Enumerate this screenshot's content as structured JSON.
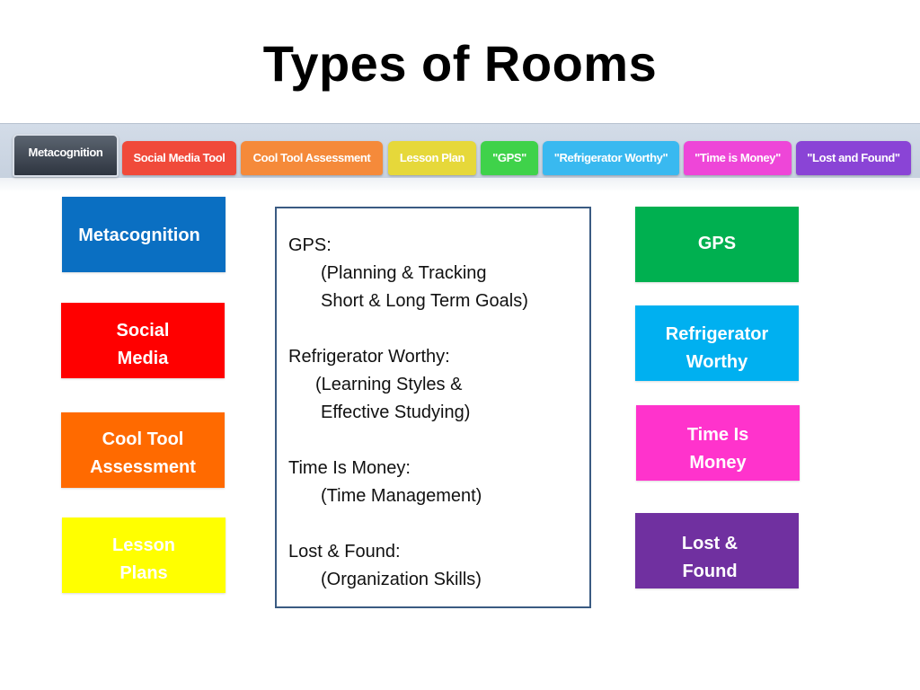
{
  "slide": {
    "title": "Types of Rooms"
  },
  "tabs": [
    {
      "label": "Metacognition",
      "color": "#3a414c",
      "active": true
    },
    {
      "label": "Social Media Tool",
      "color": "#f04a3a"
    },
    {
      "label": "Cool Tool Assessment",
      "color": "#f58a3a"
    },
    {
      "label": "Lesson Plan",
      "color": "#e6d83a"
    },
    {
      "label": "\"GPS\"",
      "color": "#3fd24a"
    },
    {
      "label": "\"Refrigerator Worthy\"",
      "color": "#39b9f0"
    },
    {
      "label": "\"Time is Money\"",
      "color": "#ee46d8"
    },
    {
      "label": "\"Lost and Found\"",
      "color": "#8a44d6"
    }
  ],
  "left_boxes": [
    {
      "line1": "Metacognition",
      "line2": "",
      "color": "#0a6fc2"
    },
    {
      "line1": "Social",
      "line2": "Media",
      "color": "#ff0000"
    },
    {
      "line1": "Cool Tool",
      "line2": "Assessment",
      "color": "#ff6a00"
    },
    {
      "line1": "Lesson",
      "line2": "Plans",
      "color": "#ffff00"
    }
  ],
  "right_boxes": [
    {
      "line1": "GPS",
      "line2": "",
      "color": "#00b050"
    },
    {
      "line1": "Refrigerator",
      "line2": "Worthy",
      "color": "#00b0f0"
    },
    {
      "line1": "Time Is",
      "line2": "Money",
      "color": "#ff33cc"
    },
    {
      "line1": "Lost &",
      "line2": "Found",
      "color": "#7030a0"
    }
  ],
  "panel": {
    "gps_head": "GPS:",
    "gps_l1": "(Planning & Tracking",
    "gps_l2": "Short & Long Term Goals)",
    "fridge_head": "Refrigerator Worthy:",
    "fridge_l1": "(Learning Styles &",
    "fridge_l2": "Effective Studying)",
    "time_head": "Time Is Money:",
    "time_l1": "(Time Management)",
    "lost_head": "Lost & Found:",
    "lost_l1": "(Organization Skills)"
  }
}
